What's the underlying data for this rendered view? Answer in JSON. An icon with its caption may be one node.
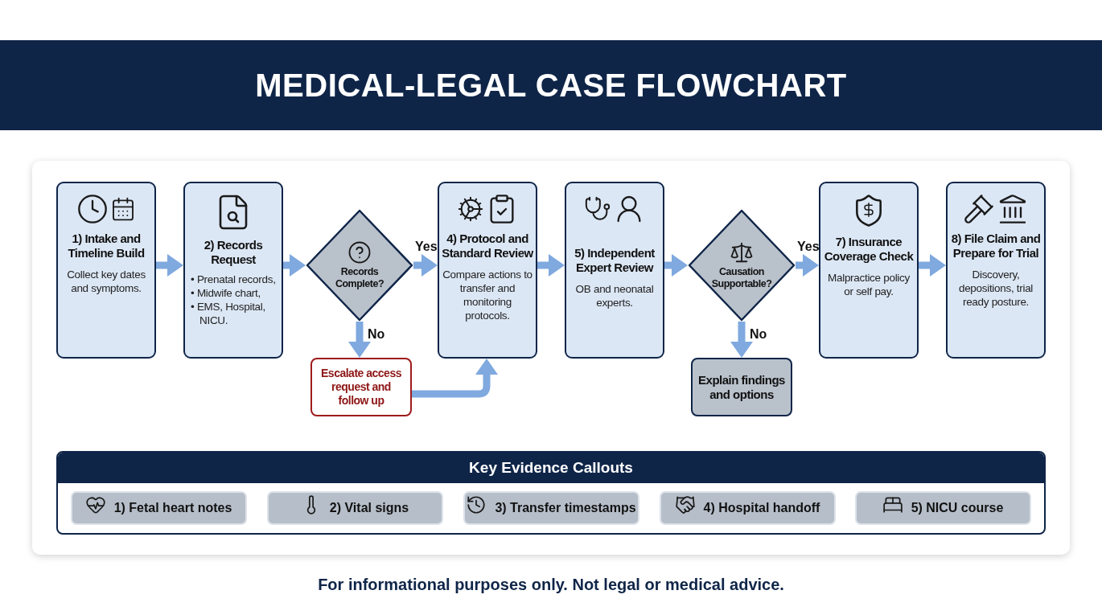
{
  "diagram": {
    "title": "MEDICAL-LEGAL CASE FLOWCHART",
    "nodes": [
      {
        "text": [
          "1) Intake and Timeline Build",
          "Collect key dates and symptoms."
        ]
      },
      {
        "text": [
          "2) Records Request",
          "• Prenatal records,",
          "• Midwife chart,",
          "• EMS, Hospital, NICU."
        ]
      },
      {
        "text": [
          "Records Complete?"
        ]
      },
      {
        "text": [
          "4) Protocol and Standard Review",
          "Compare actions to transfer and monitoring protocols."
        ]
      },
      {
        "text": [
          "5) Independent Expert Review",
          "OB and neonatal experts."
        ]
      },
      {
        "text": [
          "Causation Supportable?"
        ]
      },
      {
        "text": [
          "7) Insurance Coverage Check",
          "Malpractice policy or self pay."
        ]
      },
      {
        "text": [
          "8) File Claim and Prepare for Trial",
          "Discovery, depositions, trial ready posture."
        ]
      },
      {
        "text": [
          "Escalate access request and follow up"
        ]
      },
      {
        "text": [
          "Explain findings and options"
        ]
      },
      {
        "text": [
          "Key Evidence Callouts"
        ]
      },
      {
        "text": [
          "1) Fetal heart notes"
        ],
        "in": 10
      },
      {
        "text": [
          "2) Vital signs"
        ],
        "in": 10
      },
      {
        "text": [
          "3) Transfer timestamps"
        ],
        "in": 10
      },
      {
        "text": [
          "4) Hospital handoff"
        ],
        "in": 10
      },
      {
        "text": [
          "5) NICU course"
        ],
        "in": 10
      }
    ],
    "edges": [
      {
        "from": 0,
        "to": 1,
        "arrow": "to"
      },
      {
        "from": 1,
        "to": 2,
        "arrow": "to"
      },
      {
        "from": 2,
        "to": 3,
        "arrow": "to",
        "label": "Yes"
      },
      {
        "from": 2,
        "to": 8,
        "arrow": "to",
        "label": "No"
      },
      {
        "from": 8,
        "to": 3,
        "arrow": "to"
      },
      {
        "from": 3,
        "to": 4,
        "arrow": "to"
      },
      {
        "from": 4,
        "to": 5,
        "arrow": "to"
      },
      {
        "from": 5,
        "to": 6,
        "arrow": "to",
        "label": "Yes"
      },
      {
        "from": 5,
        "to": 9,
        "arrow": "to",
        "label": "No"
      },
      {
        "from": 6,
        "to": 7,
        "arrow": "to"
      }
    ],
    "labels": [
      "For informational purposes only. Not legal or medical advice."
    ]
  }
}
